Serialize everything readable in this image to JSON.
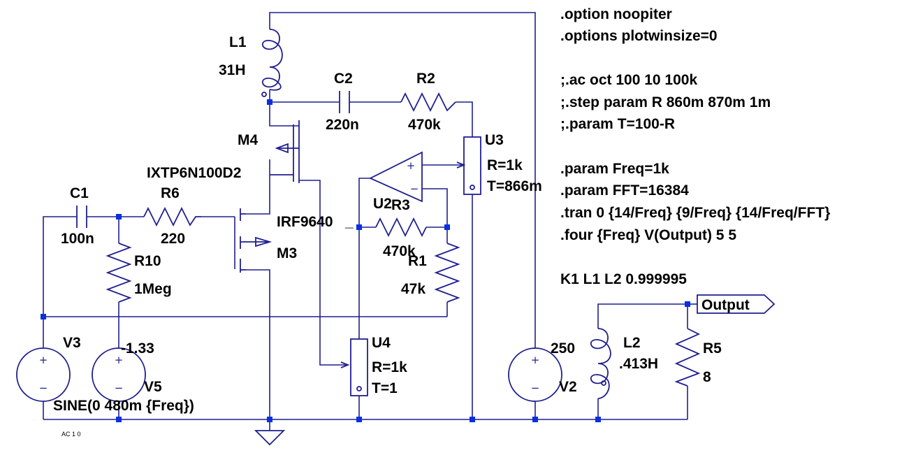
{
  "components": {
    "L1": {
      "name": "L1",
      "value": "31H"
    },
    "L2": {
      "name": "L2",
      "value": ".413H"
    },
    "C1": {
      "name": "C1",
      "value": "100n"
    },
    "C2": {
      "name": "C2",
      "value": "220n"
    },
    "R1": {
      "name": "R1",
      "value": "47k"
    },
    "R2": {
      "name": "R2",
      "value": "470k"
    },
    "R3": {
      "name": "R3",
      "value": "470k"
    },
    "R5": {
      "name": "R5",
      "value": "8"
    },
    "R6": {
      "name": "R6",
      "value": "220"
    },
    "R10": {
      "name": "R10",
      "value": "1Meg"
    },
    "M3": {
      "name": "M3",
      "model": "IRF9640"
    },
    "M4": {
      "name": "M4",
      "model": "IXTP6N100D2"
    },
    "U2": {
      "name": "U2"
    },
    "U3": {
      "name": "U3",
      "r": "R=1k",
      "t": "T=866m"
    },
    "U4": {
      "name": "U4",
      "r": "R=1k",
      "t": "T=1"
    },
    "V2": {
      "name": "V2",
      "value": "250"
    },
    "V3": {
      "name": "V3",
      "value": "SINE(0 480m {Freq})",
      "ac": "AC 1 0"
    },
    "V5": {
      "name": "V5",
      "value": "-1.33"
    }
  },
  "net_labels": {
    "output": "Output"
  },
  "directives": [
    ".option noopiter",
    ".options plotwinsize=0",
    ";.ac oct 100 10 100k",
    ";.step param R 860m 870m 1m",
    ";.param T=100-R",
    ".param Freq=1k",
    ".param FFT=16384",
    ".tran 0 {14/Freq} {9/Freq} {14/Freq/FFT}",
    ".four {Freq} V(Output) 5 5",
    "K1 L1 L2 0.999995"
  ],
  "colors": {
    "wire": "#1f1f8f",
    "junction": "#0a2fe0",
    "text": "#000000"
  }
}
